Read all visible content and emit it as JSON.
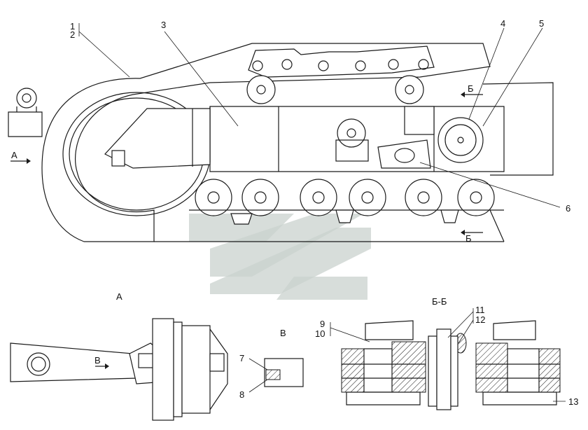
{
  "callouts": [
    "1",
    "2",
    "3",
    "4",
    "5",
    "6",
    "7",
    "8",
    "9",
    "10",
    "11",
    "12",
    "13"
  ],
  "views": {
    "view_a": "А",
    "view_b": "В",
    "section_bb": "Б-Б",
    "section_mark_top": "Б",
    "section_mark_bottom": "Б",
    "arrow_a": "А",
    "arrow_b": "В"
  },
  "colors": {
    "line": "#1a1a1a",
    "watermark": "#c9d1cd"
  }
}
